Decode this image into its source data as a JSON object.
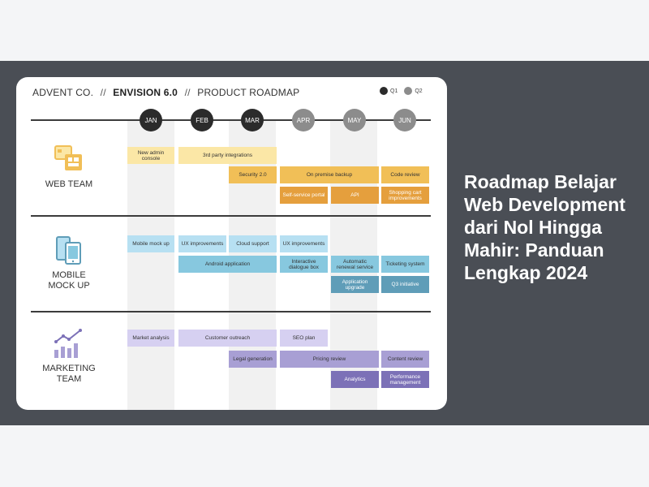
{
  "roadmap": {
    "company": "ADVENT CO.",
    "separator": "//",
    "product": "ENVISION 6.0",
    "title": "PRODUCT ROADMAP",
    "legend": [
      {
        "label": "Q1",
        "color": "#2b2b2b"
      },
      {
        "label": "Q2",
        "color": "#8c8c8c"
      }
    ],
    "months": [
      {
        "label": "JAN",
        "color": "#2b2b2b"
      },
      {
        "label": "FEB",
        "color": "#2b2b2b"
      },
      {
        "label": "MAR",
        "color": "#2b2b2b"
      },
      {
        "label": "APR",
        "color": "#8c8c8c"
      },
      {
        "label": "MAY",
        "color": "#8c8c8c"
      },
      {
        "label": "JUN",
        "color": "#8c8c8c"
      }
    ],
    "teams": [
      {
        "name": "WEB TEAM",
        "icon": "web-team-icon",
        "tasks": [
          "New admin console",
          "3rd party integrations",
          "Security 2.0",
          "On premise backup",
          "Code review",
          "Self-service portal",
          "API",
          "Shopping cart improvements"
        ]
      },
      {
        "name_line1": "MOBILE",
        "name_line2": "MOCK UP",
        "icon": "mobile-devices-icon",
        "tasks": [
          "Mobile mock up",
          "UX improvements",
          "Cloud support",
          "UX improvements",
          "Android application",
          "Interactive dialogue box",
          "Automatic renewal service",
          "Ticketing system",
          "Application upgrade",
          "Q3 initiative"
        ]
      },
      {
        "name_line1": "MARKETING",
        "name_line2": "TEAM",
        "icon": "growth-chart-icon",
        "tasks": [
          "Market analysis",
          "Customer outreach",
          "SEO plan",
          "Legal generation",
          "Pricing review",
          "Content review",
          "Analytics",
          "Performance management"
        ]
      }
    ]
  },
  "article_title": "Roadmap Belajar Web Development dari Nol Hingga Mahir: Panduan Lengkap 2024",
  "colors": {
    "background_dark": "#4a4e55",
    "web": "#f1bf57",
    "mobile": "#87c8df",
    "marketing": "#a89fd4"
  }
}
